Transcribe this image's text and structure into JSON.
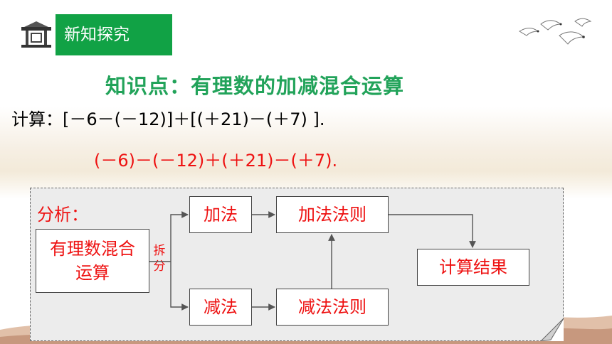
{
  "header": {
    "tab_label": "新知探究"
  },
  "topic_title": "知识点：有理数的加减混合运算",
  "problem": "计算：[－6－(－12)]＋[(＋21)－(＋7) ].",
  "transformed_expression": "(－6)－(－12)＋(＋21)－(＋7).",
  "diagram": {
    "analysis_label": "分析：",
    "nodes": {
      "start": "有理数混合运算",
      "add": "加法",
      "subtract": "减法",
      "add_rule": "加法法则",
      "subtract_rule": "减法法则",
      "result": "计算结果"
    },
    "split_label": "拆分",
    "edges": [
      [
        "start",
        "add"
      ],
      [
        "start",
        "subtract"
      ],
      [
        "add",
        "add_rule"
      ],
      [
        "subtract",
        "subtract_rule"
      ],
      [
        "subtract_rule",
        "add_rule"
      ],
      [
        "add_rule",
        "result"
      ]
    ]
  },
  "colors": {
    "header_green": "#11a245",
    "topic_green": "#22a35a",
    "emphasis_red": "#ee1111"
  }
}
